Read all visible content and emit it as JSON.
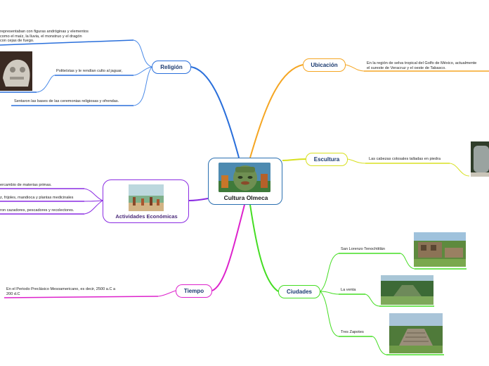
{
  "central": {
    "title": "Cultura Olmeca"
  },
  "religion": {
    "title": "Religión",
    "items": [
      "representaban con figuras andróginas y elementos\ncomo el maíz, la lluvia, el monstruo y el dragón\ncon cejas de fuego.",
      "Politeístas y le rendían culto al jaguar,",
      "Sentaron las bases de las ceremonias religiosas y ofrendas."
    ]
  },
  "ubicacion": {
    "title": "Ubicación",
    "text": "En la región de selva tropical del Golfo de México, actualmente\nel sureste de Veracruz y el oeste de Tabasco."
  },
  "escultura": {
    "title": "Escultura",
    "text": "Las cabezas colosales talladas en piedra"
  },
  "actividades": {
    "title": "Actividades Económicas",
    "items": [
      "ercambio de materias primas.",
      "z, frijoles, mandioca y plantas medicinales",
      "ron cazadores, pescadores y recolectores."
    ]
  },
  "ciudades": {
    "title": "Ciudades",
    "items": [
      "San Lorenzo Tenochtitlán",
      "La venta",
      "Tres Zapotes"
    ]
  },
  "tiempo": {
    "title": "Tiempo",
    "text": "En el Periodo Preclásico Mesoamericano, es decir, 2500 a.C a\n200 d.C"
  },
  "colors": {
    "religion": "#2a6fdb",
    "ubicacion": "#f5a623",
    "escultura": "#d8e020",
    "actividades": "#8a2be2",
    "ciudades": "#44dd22",
    "tiempo": "#dd22cc"
  }
}
